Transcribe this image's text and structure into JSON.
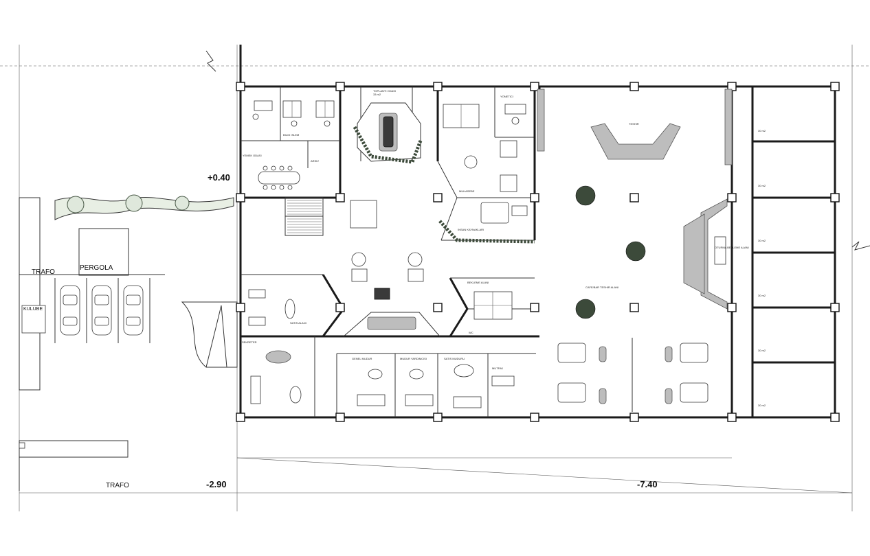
{
  "levels": {
    "upper": "+0.40",
    "mid": "-2.90",
    "right": "-7.40"
  },
  "labels": {
    "trafo_top": "TRAFO",
    "trafo_bottom": "TRAFO",
    "pergola": "PERGOLA",
    "kulube": "KULUBE"
  },
  "rooms": {
    "toplanti": "TOPLANTI ODASI",
    "toplanti_area": "33 m2",
    "bilgi_islem": "BILGI ISLEM",
    "yemek": "YEMEK ODASI",
    "arsiv": "ARSIV",
    "muhasebe": "MUHASEBE",
    "insan_kaynaklari": "INSAN KAYNAKLARI",
    "yonetici": "YONETICI",
    "bekleme": "BEKLEME ALANI",
    "satis": "SATIS ALANI",
    "sekreter": "SEKRETER",
    "genel_mudur": "GENEL MUDUR",
    "mudur_yardimcisi": "MUDUR YARDIMCISI",
    "satis_mudur": "SATIS MUDURU",
    "mutfak": "MUTFAK",
    "wc": "WC",
    "teshir": "TESHIR",
    "cafe_teshir": "CAFE/BAR TESHIR ALANI",
    "oyun": "OTURMA BEKLEME ALANI",
    "depo_area": "30 m2"
  }
}
